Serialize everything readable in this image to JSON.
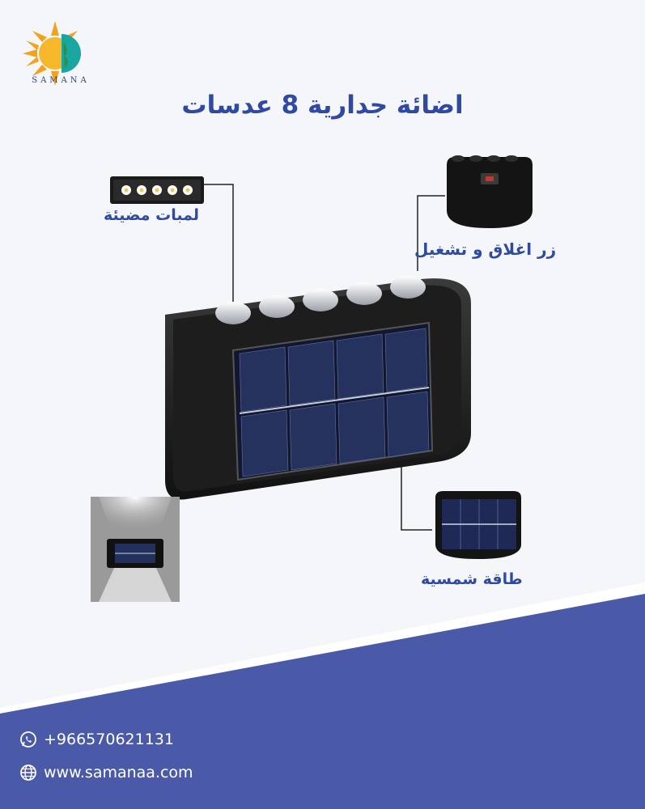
{
  "brand": {
    "logo_text": "SAMANA"
  },
  "title": "اضائة جدارية 8 عدسات",
  "callouts": {
    "lamps": "لمبات مضيئة",
    "switch": "زر اغلاق و تشغيل",
    "solar": "طاقة شمسية"
  },
  "contact": {
    "phone": "+966570621131",
    "website": "www.samanaa.com"
  },
  "icons": {
    "phone": "whatsapp-icon",
    "website": "globe-icon"
  },
  "colors": {
    "accent": "#2f4aa0",
    "band": "#4a5aa8",
    "background": "#f5f6fa"
  }
}
